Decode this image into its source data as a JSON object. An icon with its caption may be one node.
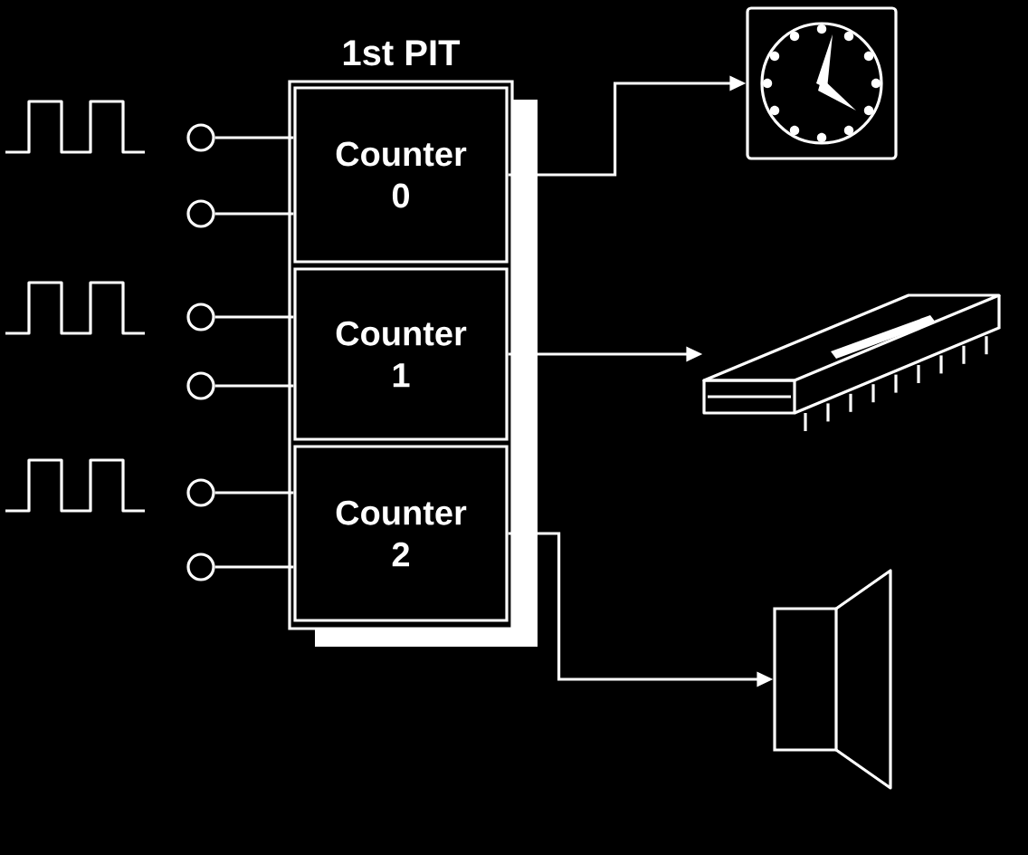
{
  "diagram": {
    "nodes": [
      {
        "text": [
          "1st PIT"
        ]
      },
      {
        "text": [
          "Counter 0"
        ],
        "in": 0
      },
      {
        "text": [
          "Counter 1"
        ],
        "in": 0
      },
      {
        "text": [
          "Counter 2"
        ],
        "in": 0
      },
      {
        "text": [],
        "shape": "circle"
      },
      {
        "text": [],
        "shape": "circle"
      },
      {
        "text": [],
        "shape": "circle"
      },
      {
        "text": [],
        "shape": "circle"
      },
      {
        "text": [],
        "shape": "circle"
      },
      {
        "text": [],
        "shape": "circle"
      },
      {
        "text": [],
        "shape": "picture"
      },
      {
        "text": [],
        "shape": "picture"
      },
      {
        "text": [],
        "shape": "picture"
      }
    ],
    "edges": [
      {
        "from": 4,
        "to": 1,
        "arrow": "none"
      },
      {
        "from": 5,
        "to": 1,
        "arrow": "none"
      },
      {
        "from": 6,
        "to": 2,
        "arrow": "none"
      },
      {
        "from": 7,
        "to": 2,
        "arrow": "none"
      },
      {
        "from": 8,
        "to": 3,
        "arrow": "none"
      },
      {
        "from": 9,
        "to": 3,
        "arrow": "none"
      },
      {
        "from": 1,
        "to": 10,
        "arrow": "to"
      },
      {
        "from": 2,
        "to": 11,
        "arrow": "to"
      },
      {
        "from": 3,
        "to": 12,
        "arrow": "to"
      }
    ]
  }
}
